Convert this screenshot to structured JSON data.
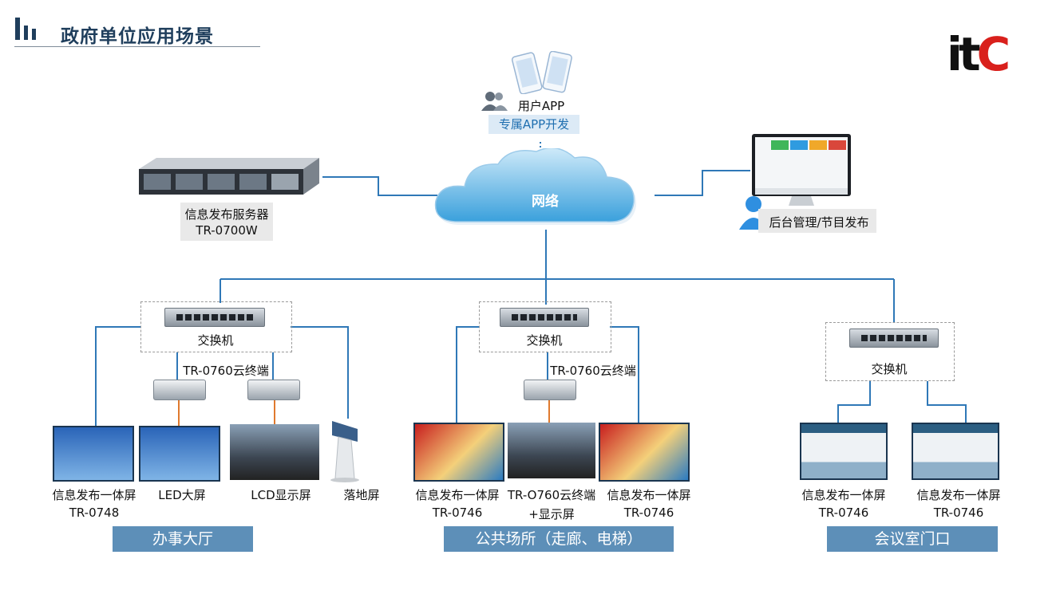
{
  "header": {
    "title": "政府单位应用场景"
  },
  "logo": {
    "text": "itC"
  },
  "app": {
    "label": "用户APP",
    "tag": "专属APP开发"
  },
  "cloud": {
    "label": "网络"
  },
  "server": {
    "label_line1": "信息发布服务器",
    "label_line2": "TR-0700W"
  },
  "admin": {
    "label": "后台管理/节目发布"
  },
  "switches": {
    "label": "交换机"
  },
  "terminals": {
    "label": "TR-0760云终端"
  },
  "hall": {
    "section_label": "办事大厅",
    "devices": [
      {
        "line1": "信息发布一体屏",
        "line2": "TR-0748"
      },
      {
        "line1": "LED大屏",
        "line2": ""
      },
      {
        "line1": "LCD显示屏",
        "line2": ""
      },
      {
        "line1": "落地屏",
        "line2": ""
      }
    ]
  },
  "public": {
    "section_label": "公共场所（走廊、电梯）",
    "devices": [
      {
        "line1": "信息发布一体屏",
        "line2": "TR-0746"
      },
      {
        "line1": "TR-O760云终端",
        "line2": "+显示屏"
      },
      {
        "line1": "信息发布一体屏",
        "line2": "TR-0746"
      }
    ]
  },
  "meeting": {
    "section_label": "会议室门口",
    "devices": [
      {
        "line1": "信息发布一体屏",
        "line2": "TR-0746"
      },
      {
        "line1": "信息发布一体屏",
        "line2": "TR-0746"
      }
    ]
  },
  "colors": {
    "line": "#2f78b7",
    "accent": "#5d8fb8",
    "orange_link": "#e07a2e"
  }
}
